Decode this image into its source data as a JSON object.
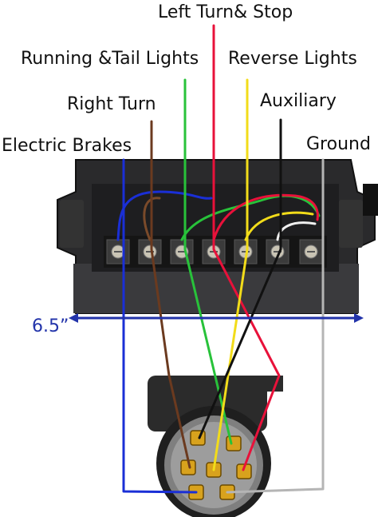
{
  "labels": {
    "left_turn_stop": "Left Turn& Stop",
    "running_tail": "Running &Tail Lights",
    "reverse": "Reverse Lights",
    "right_turn": "Right Turn",
    "auxiliary": "Auxiliary",
    "electric_brakes": "Electric Brakes",
    "ground": "Ground"
  },
  "dimension": "6.5”",
  "colors": {
    "left_turn_stop": "#e8113a",
    "running_tail": "#28c23a",
    "reverse": "#f2dc1a",
    "right_turn": "#6b3a1f",
    "auxiliary": "#111111",
    "electric_brakes": "#1a2fd6",
    "ground": "#b5b5b5",
    "dimension": "#2233aa"
  }
}
